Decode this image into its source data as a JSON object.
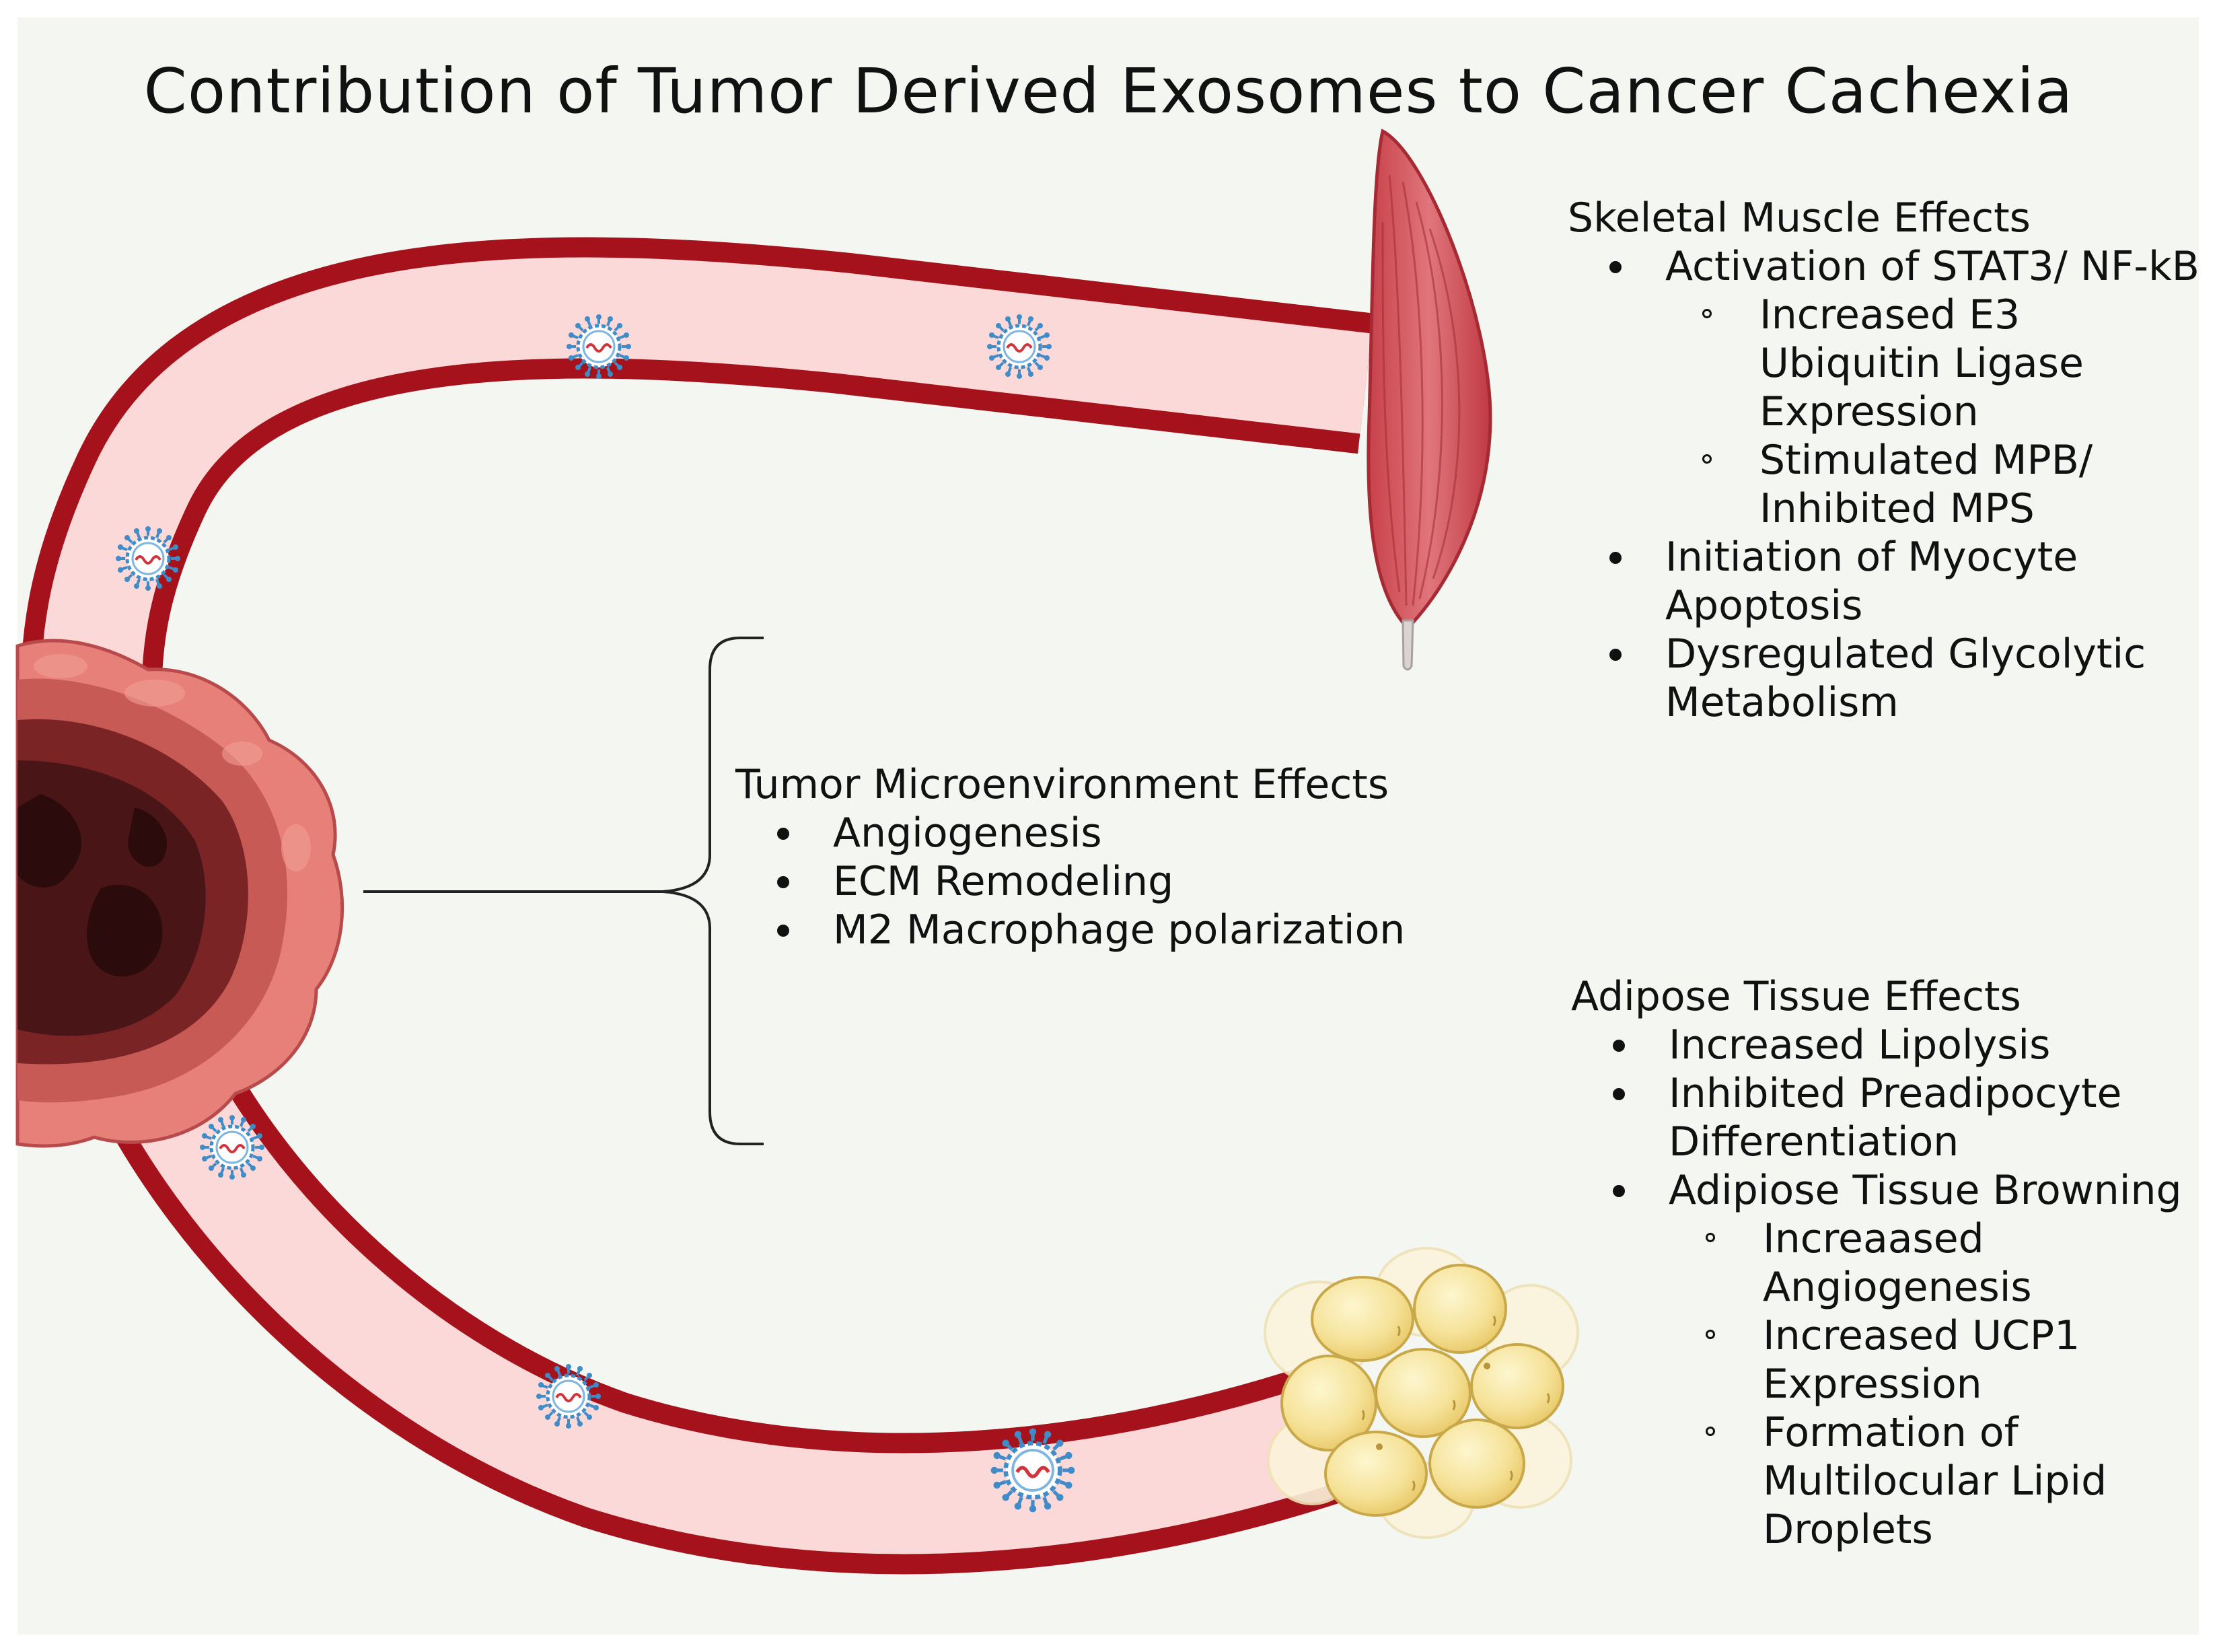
{
  "title": "Contribution of Tumor Derived Exosomes to Cancer Cachexia",
  "colors": {
    "background": "#f3f6f1",
    "vessel_wall": "#a5121b",
    "vessel_lumen": "#fbd9d9",
    "muscle": "#d4575e",
    "tumor_outer": "#e68078",
    "tumor_core": "#4a1516",
    "adipocyte": "#f6e39a",
    "exosome": "#3f8cc8"
  },
  "skeletal_muscle": {
    "heading": "Skeletal Muscle Effects",
    "items": [
      {
        "level": 1,
        "text": "Activation of STAT3/ NF-kB"
      },
      {
        "level": 2,
        "text": "Increased E3 Ubiquitin Ligase Expression"
      },
      {
        "level": 2,
        "text": "Stimulated MPB/ Inhibited MPS"
      },
      {
        "level": 1,
        "text": "Initiation of Myocyte Apoptosis"
      },
      {
        "level": 1,
        "text": "Dysregulated Glycolytic Metabolism"
      }
    ]
  },
  "tumor_microenvironment": {
    "heading": "Tumor Microenvironment Effects",
    "items": [
      {
        "level": 1,
        "text": "Angiogenesis"
      },
      {
        "level": 1,
        "text": "ECM Remodeling"
      },
      {
        "level": 1,
        "text": "M2 Macrophage polarization"
      }
    ]
  },
  "adipose_tissue": {
    "heading": "Adipose Tissue Effects",
    "items": [
      {
        "level": 1,
        "text": "Increased Lipolysis"
      },
      {
        "level": 1,
        "text": "Inhibited Preadipocyte Differentiation"
      },
      {
        "level": 1,
        "text": "Adipiose Tissue Browning"
      },
      {
        "level": 2,
        "text": "Increaased Angiogenesis"
      },
      {
        "level": 2,
        "text": "Increased UCP1 Expression"
      },
      {
        "level": 2,
        "text": "Formation of Multilocular Lipid Droplets"
      }
    ]
  }
}
